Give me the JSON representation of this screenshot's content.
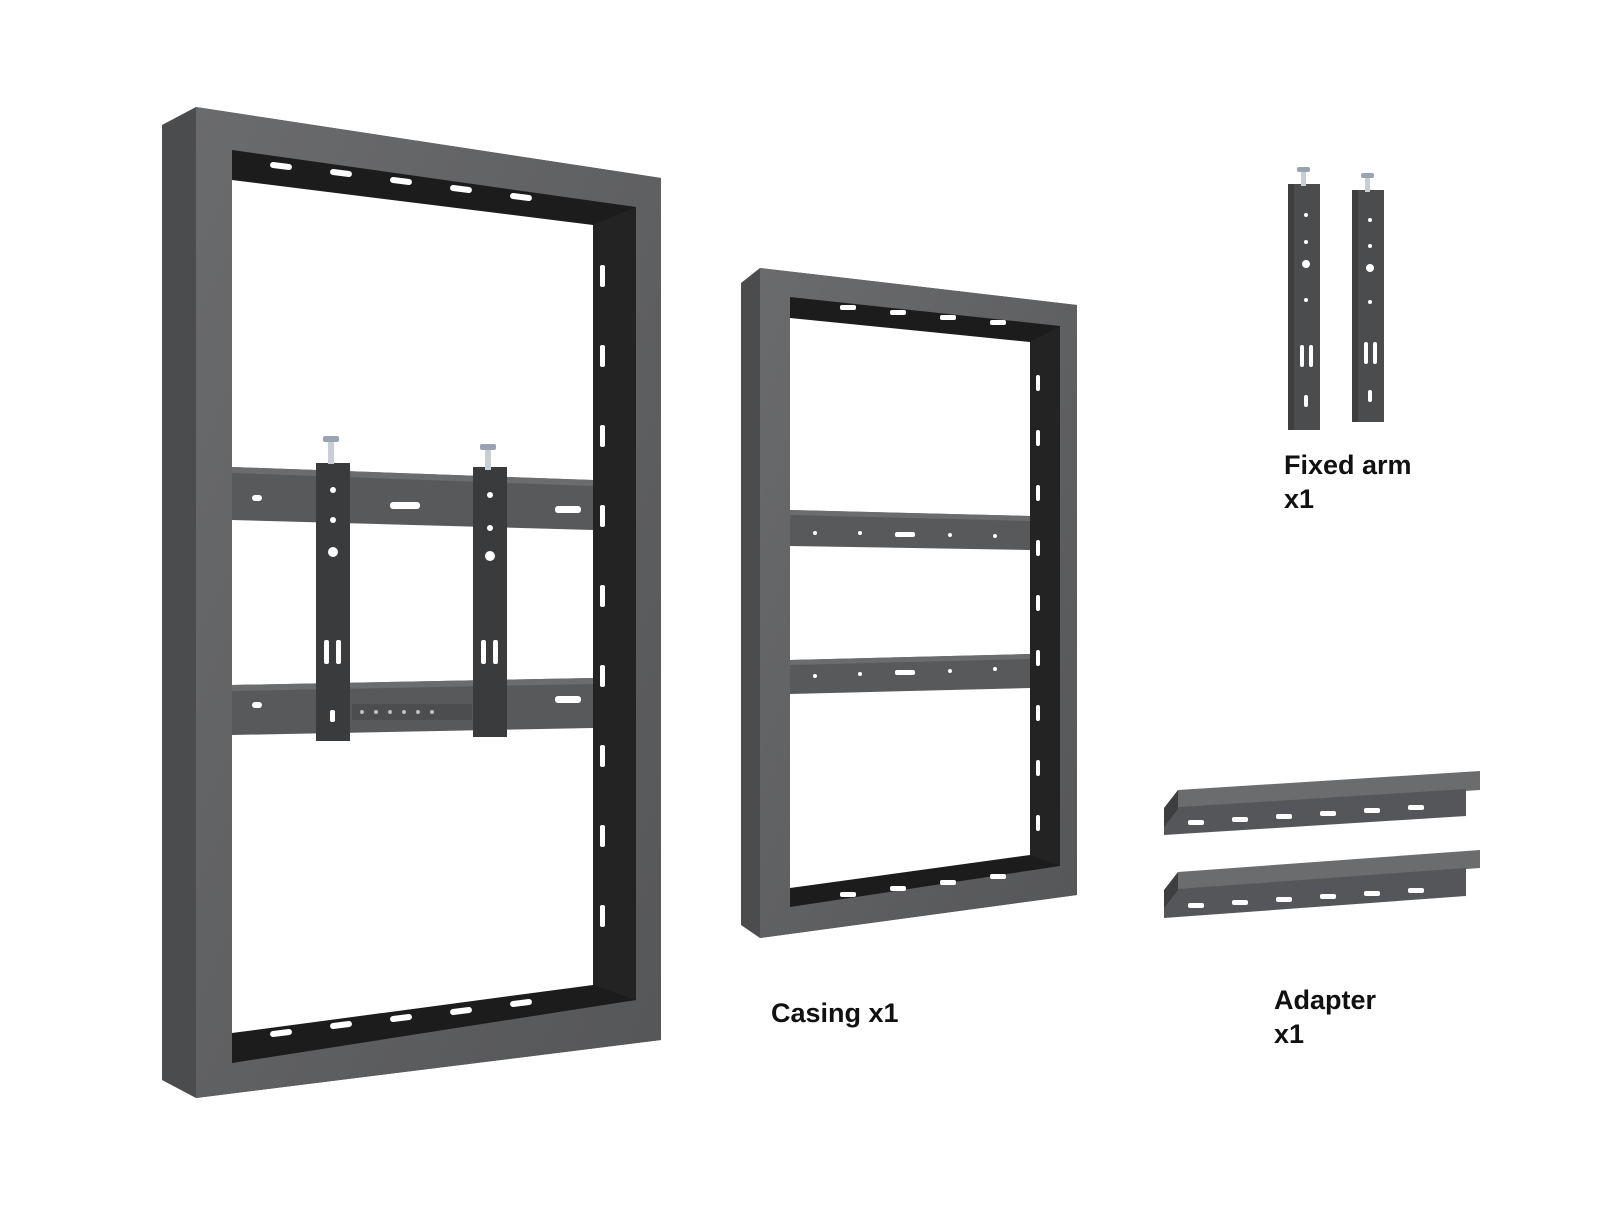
{
  "colors": {
    "background": "#ffffff",
    "frame_face": "#5f6062",
    "frame_side": "#4a4b4d",
    "inner_black": "#1c1c1d",
    "slot": "#ffffff",
    "caption_text": "#111111"
  },
  "items": [
    {
      "id": "assembled-casing",
      "label_lines": []
    },
    {
      "id": "casing",
      "label_lines": [
        "Casing x1"
      ]
    },
    {
      "id": "fixed-arm",
      "label_lines": [
        "Fixed arm",
        "x1"
      ]
    },
    {
      "id": "adapter",
      "label_lines": [
        "Adapter",
        "x1"
      ]
    }
  ]
}
